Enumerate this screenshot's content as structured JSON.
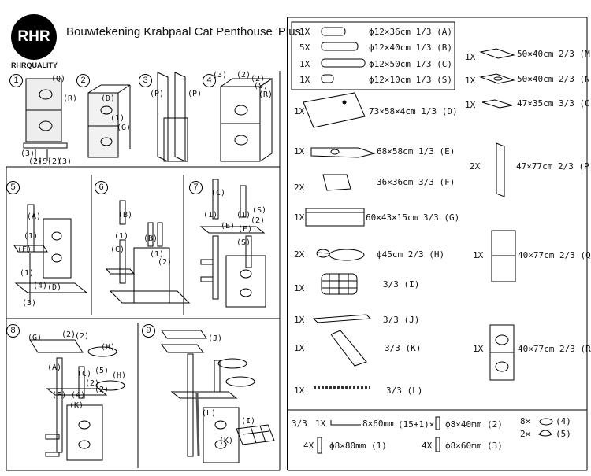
{
  "header": {
    "logo_text": "RHR",
    "brand": "RHRQUALITY",
    "title": "Bouwtekening Krabpaal Cat Penthouse 'Plus'"
  },
  "steps": [
    "1",
    "2",
    "3",
    "4",
    "5",
    "6",
    "7",
    "8",
    "9"
  ],
  "diagram_labels": {
    "s1": [
      "(Q)",
      "(R)",
      "(3)",
      "(2)",
      "(S)",
      "(2)",
      "(3)"
    ],
    "s2": [
      "(D)",
      "(1)",
      "(G)"
    ],
    "s3": [
      "(P)",
      "(P)"
    ],
    "s4": [
      "(3)",
      "(2)",
      "(2)",
      "(S)",
      "(R)"
    ],
    "s5": [
      "(A)",
      "(1)",
      "(F)",
      "(1)",
      "(4)",
      "(D)",
      "(3)"
    ],
    "s6": [
      "(B)",
      "(1)",
      "(C)",
      "(B)",
      "(1)",
      "(2)"
    ],
    "s7": [
      "(C)",
      "(S)",
      "(E)",
      "(E)",
      "(1)",
      "(1)",
      "(2)",
      "(S)"
    ],
    "s8": [
      "(G)",
      "(2)",
      "(2)",
      "(H)",
      "(5)",
      "(H)",
      "(A)",
      "(2)",
      "(C)",
      "(E)",
      "(4)",
      "(K)",
      "(2)"
    ],
    "s9": [
      "(J)",
      "(L)",
      "(I)",
      "(K)"
    ]
  },
  "parts": {
    "tubes": [
      {
        "qty": "1X",
        "spec": "ϕ12×36cm 1/3 (A)"
      },
      {
        "qty": "5X",
        "spec": "ϕ12×40cm 1/3 (B)"
      },
      {
        "qty": "1X",
        "spec": "ϕ12×50cm 1/3 (C)"
      },
      {
        "qty": "1X",
        "spec": "ϕ12×10cm 1/3 (S)"
      }
    ],
    "left": [
      {
        "qty": "1X",
        "spec": "73×58×4cm  1/3 (D)"
      },
      {
        "qty": "1X",
        "spec": "68×58cm  1/3 (E)"
      },
      {
        "qty": "2X",
        "spec": "36×36cm  3/3 (F)"
      },
      {
        "qty": "1X",
        "spec": "60×43×15cm  3/3 (G)"
      },
      {
        "qty": "2X",
        "spec": "ϕ45cm    2/3 (H)"
      },
      {
        "qty": "1X",
        "spec": "3/3  (I)"
      },
      {
        "qty": "1X",
        "spec": "3/3  (J)"
      },
      {
        "qty": "1X",
        "spec": "3/3  (K)"
      },
      {
        "qty": "1X",
        "spec": "3/3  (L)"
      }
    ],
    "right": [
      {
        "qty": "1X",
        "spec": "50×40cm 2/3 (M)"
      },
      {
        "qty": "1X",
        "spec": "50×40cm 2/3 (N)"
      },
      {
        "qty": "1X",
        "spec": "47×35cm 3/3 (O)"
      },
      {
        "qty": "2X",
        "spec": "47×77cm 2/3 (P)"
      },
      {
        "qty": "1X",
        "spec": "40×77cm 2/3 (Q)"
      },
      {
        "qty": "1X",
        "spec": "40×77cm 2/3 (R)"
      }
    ],
    "hardware": {
      "box": "3/3",
      "items": [
        {
          "qty": "1X",
          "spec": "8×60mm"
        },
        {
          "qty": "(15+1)×",
          "spec": "ϕ8×40mm (2)"
        },
        {
          "qty": "8×",
          "spec": "(4)"
        },
        {
          "qty": "4X",
          "spec": "ϕ8×80mm (1)"
        },
        {
          "qty": "4X",
          "spec": "ϕ8×60mm (3)"
        },
        {
          "qty": "2×",
          "spec": "(5)"
        }
      ]
    }
  }
}
